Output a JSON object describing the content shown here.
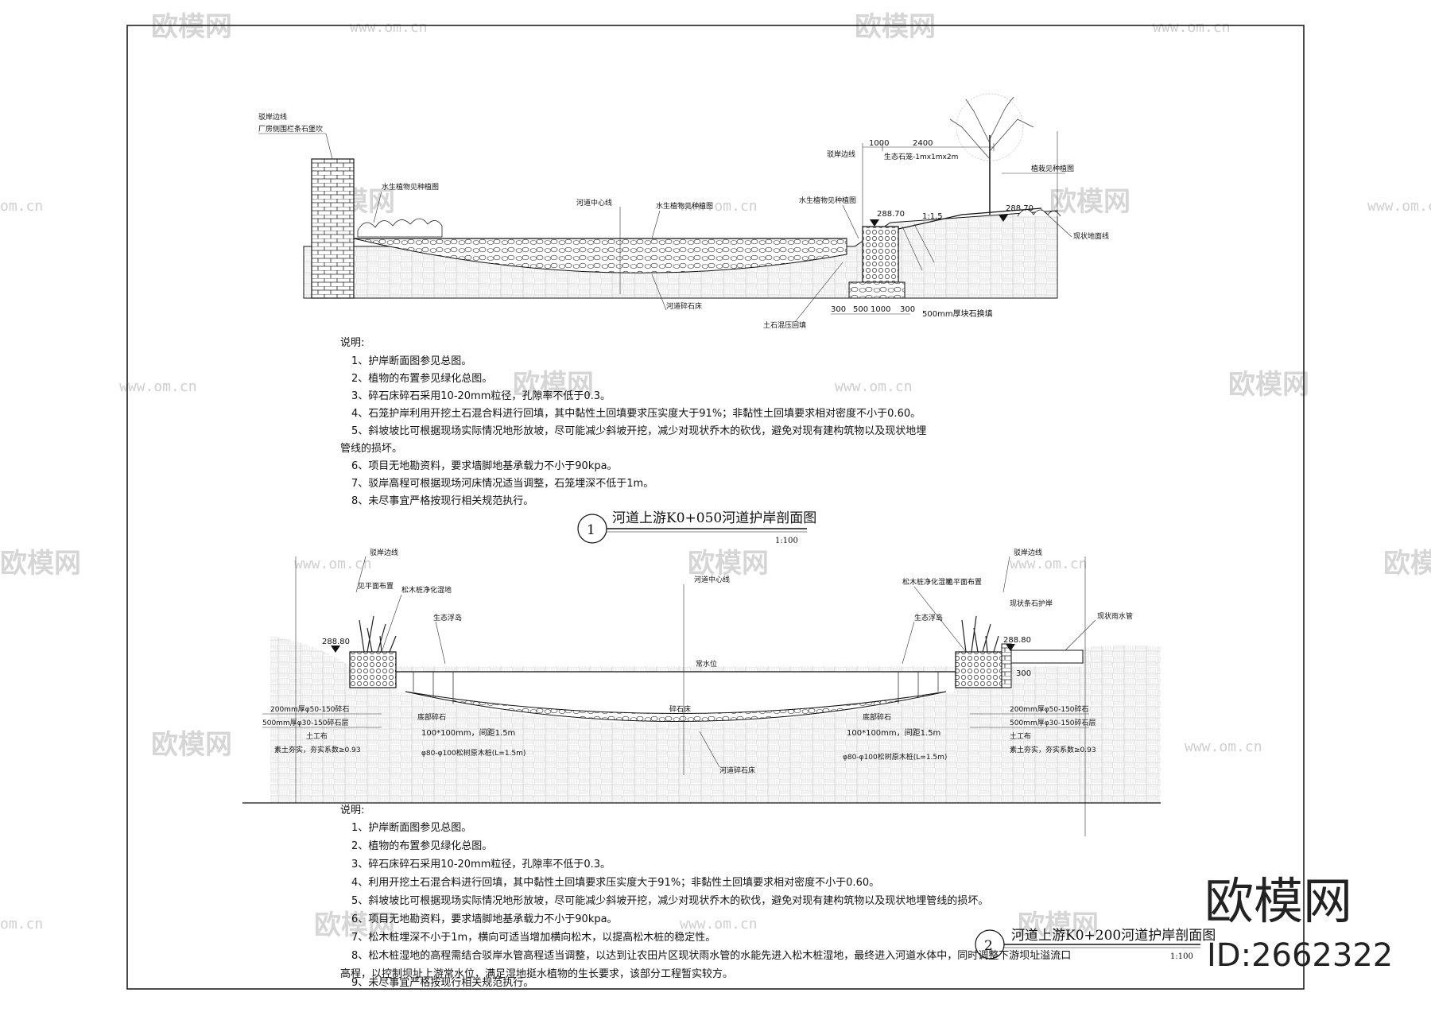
{
  "watermark": {
    "logo_text": "欧模网",
    "url_text": "www.om.cn",
    "url_short": "om.cn"
  },
  "stamp": {
    "brand": "欧模网",
    "id": "ID:2662322"
  },
  "section1": {
    "title": "河道上游K0+050河道护岸剖面图",
    "number": "1",
    "scale": "1:100",
    "labels": {
      "bank_line_left": "驳岸边线",
      "factory_wall": "厂房侧围栏条石堡坎",
      "aquatic_plants_left": "水生植物见种植图",
      "river_center": "河道中心线",
      "aquatic_plants_mid": "水生植物见种植图",
      "aquatic_plants_right": "水生植物见种植图",
      "bank_line_right": "驳岸边线",
      "gabion": "生态石笼-1mx1mx2m",
      "trees": "植栽见种植图",
      "existing_ground": "现状地面线",
      "gravel_bed": "河道碎石床",
      "backfill": "土石混压回填",
      "slope": "1:1.5",
      "block_base": "500mm厚块石换填",
      "elev_1": "288.70",
      "elev_2": "288.70"
    },
    "dims_top": [
      "1000",
      "2400"
    ],
    "dims_bottom": [
      "300",
      "500",
      "1000",
      "300"
    ],
    "notes_heading": "说明:",
    "notes": [
      "1、护岸断面图参见总图。",
      "2、植物的布置参见绿化总图。",
      "3、碎石床碎石采用10-20mm粒径，孔隙率不低于0.3。",
      "4、石笼护岸利用开挖土石混合料进行回填，其中黏性土回填要求压实度大于91%；非黏性土回填要求相对密度不小于0.60。",
      "5、斜坡坡比可根据现场实际情况地形放坡，尽可能减少斜坡开挖，减少对现状乔木的砍伐，避免对现有建构筑物以及现状地埋",
      "管线的损坏。",
      "6、项目无地勘资料，要求墙脚地基承载力不小于90kpa。",
      "7、驳岸高程可根据现场河床情况适当调整，石笼埋深不低于1m。",
      "8、未尽事宜严格按现行相关规范执行。"
    ]
  },
  "section2": {
    "title": "河道上游K0+200河道护岸剖面图",
    "number": "2",
    "scale": "1:100",
    "labels": {
      "bank_line_left": "驳岸边线",
      "planting_left": "见平面布置",
      "wetland_left": "松木桩净化湿地",
      "float_left": "生态浮岛",
      "river_center": "河道中心线",
      "water_level": "常水位",
      "wetland_right": "松木桩净化湿地",
      "planting_right": "见平面布置",
      "bank_line_right": "驳岸边线",
      "existing_revetment": "现状条石护岸",
      "existing_pipe": "现状雨水管",
      "float_right": "生态浮岛",
      "gravel_bed_mid": "碎石床",
      "pile_left": "100*100mm，间距1.5m",
      "pile_right": "100*100mm，间距1.5m",
      "pile_spec_left": "φ80-φ100松树原木桩(L=1.5m)",
      "pile_spec_right": "φ80-φ100松树原木桩(L=1.5m)",
      "gravel_bed": "河道碎石床",
      "deep_left": "底部碎石",
      "deep_right": "底部碎石",
      "elev_left": "288.80",
      "elev_right": "288.80",
      "dim_300": "300"
    },
    "layers_left": [
      "200mm厚φ50-150碎石",
      "500mm厚φ30-150碎石层",
      "土工布",
      "素土夯实，夯实系数≥0.93"
    ],
    "layers_right": [
      "200mm厚φ50-150碎石",
      "500mm厚φ30-150碎石层",
      "土工布",
      "素土夯实，夯实系数≥0.93"
    ],
    "notes_heading": "说明:",
    "notes": [
      "1、护岸断面图参见总图。",
      "2、植物的布置参见绿化总图。",
      "3、碎石床碎石采用10-20mm粒径，孔隙率不低于0.3。",
      "4、利用开挖土石混合料进行回填，其中黏性土回填要求压实度大于91%；非黏性土回填要求相对密度不小于0.60。",
      "5、斜坡坡比可根据现场实际情况地形放坡，尽可能减少斜坡开挖，减少对现状乔木的砍伐，避免对现有建构筑物以及现状地埋管线的损坏。",
      "6、项目无地勘资料，要求墙脚地基承载力不小于90kpa。",
      "7、松木桩埋深不小于1m，横向可适当增加横向松木，以提高松木桩的稳定性。",
      "8、松木桩湿地的高程需结合驳岸水管高程适当调整，以达到让农田片区现状雨水管的水能先进入松木桩湿地，最终进入河道水体中，同时调整下游坝址溢流口",
      "高程，以控制坝址上游常水位，满足湿地挺水植物的生长要求，该部分工程暂实较方。",
      "9、未尽事宜严格按现行相关规范执行。"
    ]
  }
}
